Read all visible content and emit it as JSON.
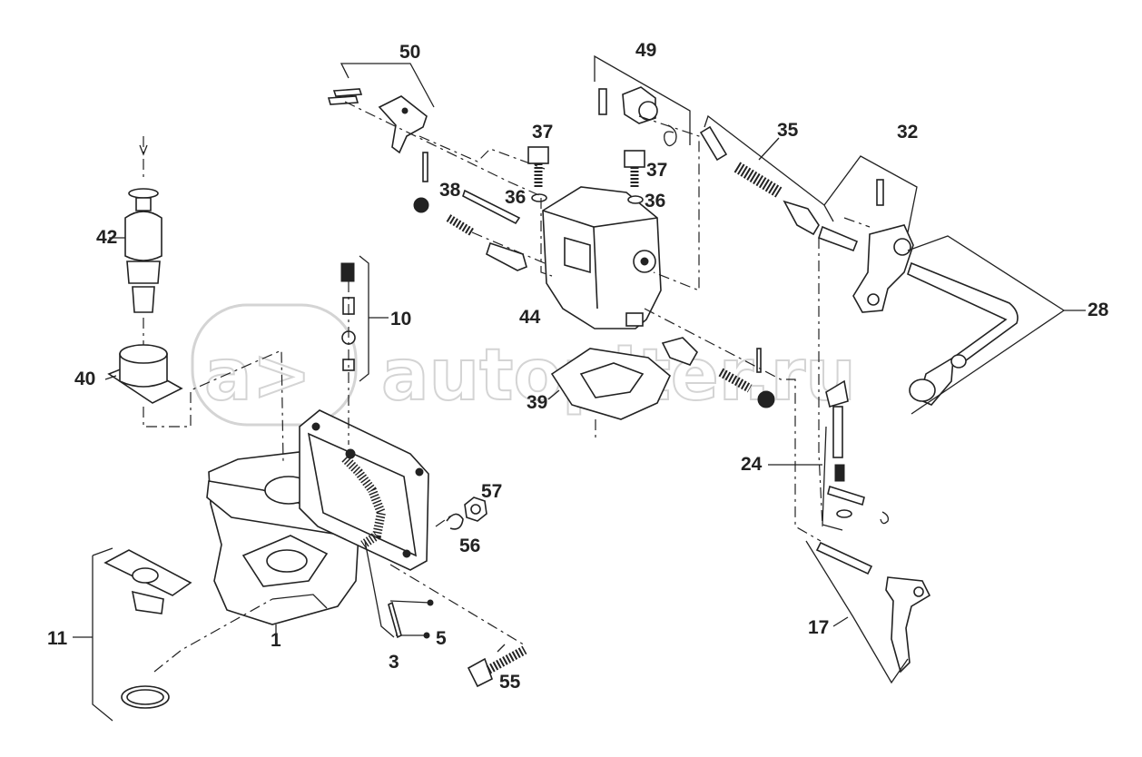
{
  "watermark": "autopiter.ru",
  "watermark_logo": "a>",
  "callouts": [
    {
      "id": "c50",
      "text": "50"
    },
    {
      "id": "c49",
      "text": "49"
    },
    {
      "id": "c37a",
      "text": "37"
    },
    {
      "id": "c37b",
      "text": "37"
    },
    {
      "id": "c35",
      "text": "35"
    },
    {
      "id": "c32",
      "text": "32"
    },
    {
      "id": "c38",
      "text": "38"
    },
    {
      "id": "c36a",
      "text": "36"
    },
    {
      "id": "c36b",
      "text": "36"
    },
    {
      "id": "c42",
      "text": "42"
    },
    {
      "id": "c10",
      "text": "10"
    },
    {
      "id": "c44",
      "text": "44"
    },
    {
      "id": "c28",
      "text": "28"
    },
    {
      "id": "c40",
      "text": "40"
    },
    {
      "id": "c39",
      "text": "39"
    },
    {
      "id": "c24",
      "text": "24"
    },
    {
      "id": "c57",
      "text": "57"
    },
    {
      "id": "c56",
      "text": "56"
    },
    {
      "id": "c11",
      "text": "11"
    },
    {
      "id": "c1",
      "text": "1"
    },
    {
      "id": "c5",
      "text": "5"
    },
    {
      "id": "c3",
      "text": "3"
    },
    {
      "id": "c55",
      "text": "55"
    },
    {
      "id": "c17",
      "text": "17"
    }
  ]
}
